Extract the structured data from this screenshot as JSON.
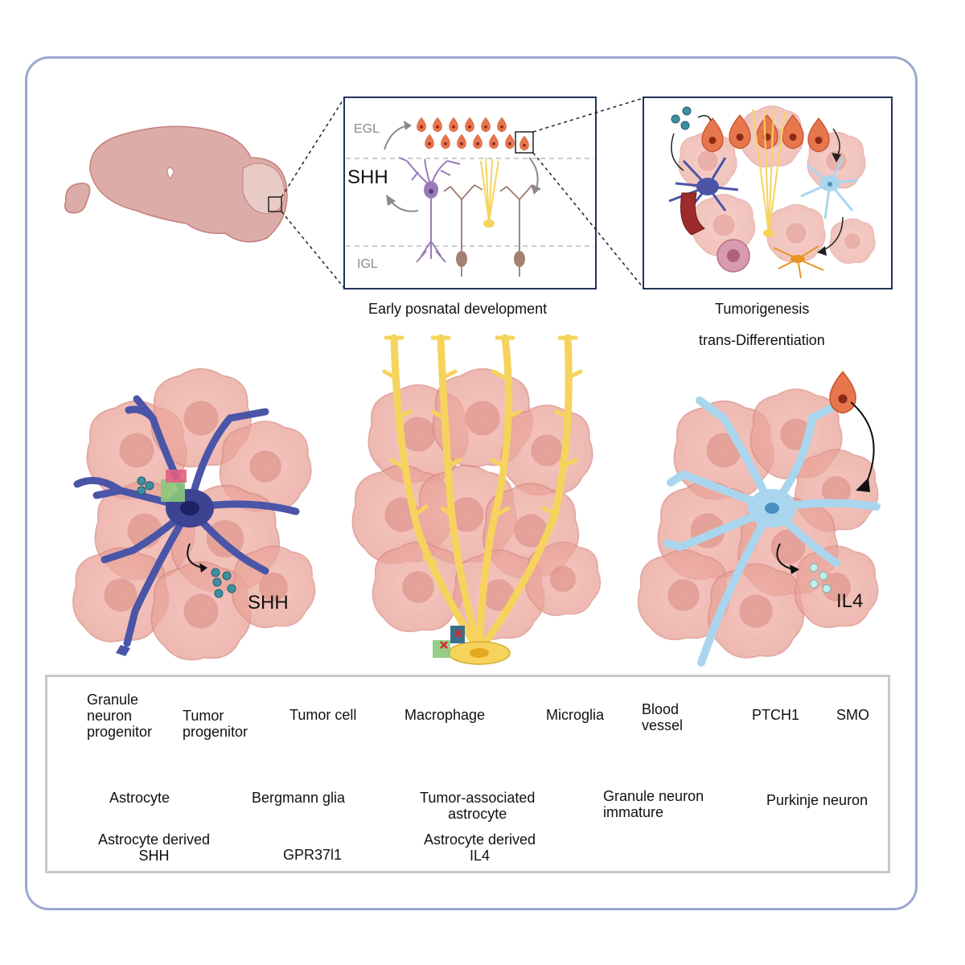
{
  "inset_top": {
    "egl": "EGL",
    "igl": "IGL",
    "shh": "SHH",
    "caption": "Early posnatal development"
  },
  "inset_right": {
    "caption": "Tumorigenesis"
  },
  "bottom_right_caption": "trans-Differentiation",
  "bottom_left": {
    "shh": "SHH"
  },
  "bottom_right": {
    "il4": "IL4"
  },
  "legend": {
    "granule_progenitor": [
      "Granule",
      "neuron",
      "progenitor"
    ],
    "tumor_progenitor": [
      "Tumor",
      "progenitor"
    ],
    "tumor_cell": "Tumor cell",
    "macrophage": "Macrophage",
    "microglia": "Microglia",
    "blood_vessel": [
      "Blood",
      "vessel"
    ],
    "ptch1": "PTCH1",
    "smo": "SMO",
    "astrocyte": "Astrocyte",
    "bergmann": "Bergmann glia",
    "tumor_astro": [
      "Tumor-associated",
      "astrocyte"
    ],
    "granule_immature": [
      "Granule neuron",
      "immature"
    ],
    "purkinje": "Purkinje neuron",
    "astro_shh": [
      "Astrocyte derived",
      "SHH"
    ],
    "gpr": "GPR37l1",
    "astro_il4": [
      "Astrocyte derived",
      "IL4"
    ]
  },
  "colors": {
    "tumor": "#e9a39a",
    "astro_dark": "#4a55a8",
    "astro_light": "#a9d6ee",
    "bergmann": "#f6d35c",
    "purkinje": "#9a7ab8",
    "granule": "#9a7b6e",
    "tumor_prog": "#e8764d",
    "brain": "#dcaca8"
  }
}
